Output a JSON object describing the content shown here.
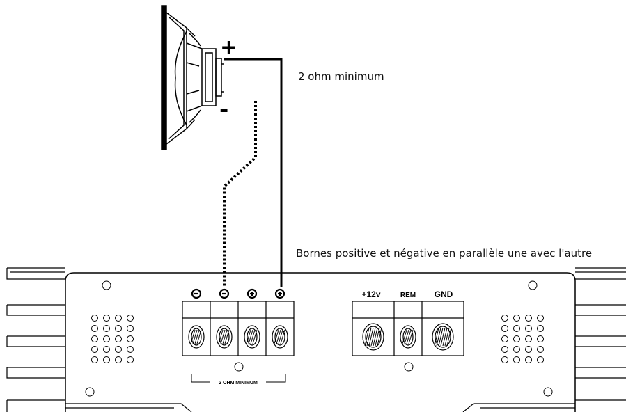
{
  "speaker": {
    "plus_sign": "+",
    "minus_sign": "-"
  },
  "notes": {
    "ohm_minimum": "2 ohm minimum",
    "parallel": "Bornes positive et négative en parallèle une avec l'autre"
  },
  "amplifier": {
    "speaker_terminals_label": "2 OHM MINIMUM",
    "power_terminals": {
      "positive": "+12v",
      "remote": "REM",
      "ground": "GND"
    }
  }
}
